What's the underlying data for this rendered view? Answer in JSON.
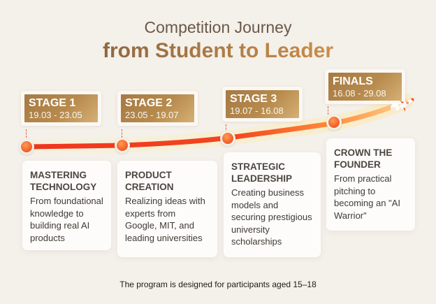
{
  "header": {
    "title_line1": "Competition Journey",
    "title_line2": "from Student to Leader"
  },
  "colors": {
    "background": "#f4f0ea",
    "stage_gold": "#b78a4c",
    "track_red": "#f0341e",
    "track_orange": "#ff8a3a",
    "node_orange": "#f05a28"
  },
  "stages": [
    {
      "name": "STAGE 1",
      "dates": "19.03 - 23.05",
      "title": "MASTERING TECHNOLOGY",
      "description": "From foundational knowledge to building real AI products"
    },
    {
      "name": "STAGE 2",
      "dates": "23.05 - 19.07",
      "title": "PRODUCT CREATION",
      "description": "Realizing ideas with experts from Google, MIT, and leading universities"
    },
    {
      "name": "STAGE 3",
      "dates": "19.07 - 16.08",
      "title": "STRATEGIC LEADERSHIP",
      "description": "Creating business models and securing prestigious university scholarships"
    },
    {
      "name": "FINALS",
      "dates": "16.08 - 29.08",
      "title": "CROWN THE FOUNDER",
      "description": "From practical pitching to becoming an \"AI Warrior\""
    }
  ],
  "footer": {
    "note": "The program is designed for participants aged 15–18"
  }
}
